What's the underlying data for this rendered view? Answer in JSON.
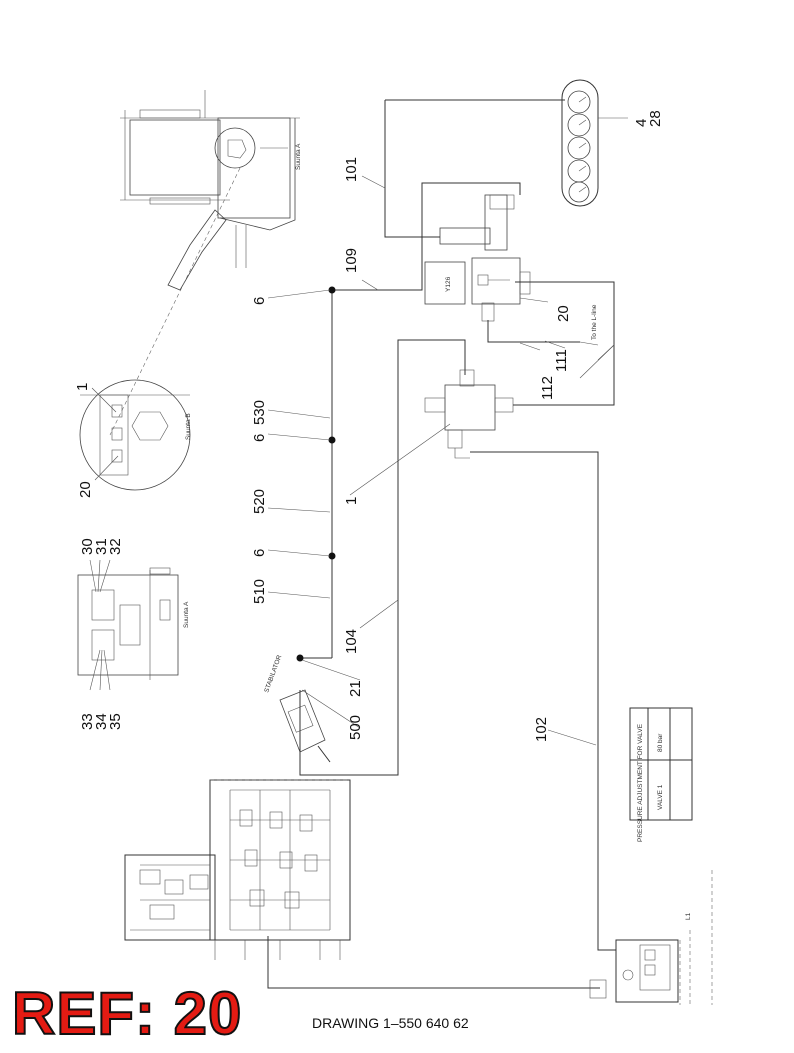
{
  "ref_label": "REF: 20",
  "drawing_label": "DRAWING 1–550 640 62",
  "callouts": {
    "c4": "4",
    "c28": "28",
    "c101": "101",
    "c109": "109",
    "c6a": "6",
    "c20a": "20",
    "c111": "111",
    "c112": "112",
    "c1a": "1",
    "c20b": "20",
    "c530": "530",
    "c6b": "6",
    "c520": "520",
    "c6c": "6",
    "c1b": "1",
    "c30": "30",
    "c31": "31",
    "c32": "32",
    "c510": "510",
    "c104": "104",
    "c21": "21",
    "c500": "500",
    "c33": "33",
    "c34": "34",
    "c35": "35",
    "c102": "102"
  },
  "labels": {
    "suunta_a_top": "Suunta A",
    "suunta_b": "Suunta B",
    "suunta_a_mid": "Suunta A",
    "valve_y126": "Y126",
    "to_l_line": "To the L-line",
    "stabilator": "STABILATOR",
    "pressure_adjustment": "PRESSURE ADJUSTMENT FOR VALVE",
    "valve_1": "VALVE 1",
    "bar_value": "80 bar",
    "line_l1": "L1"
  },
  "colors": {
    "ref_red": "#e41b13",
    "ink": "#111111"
  }
}
